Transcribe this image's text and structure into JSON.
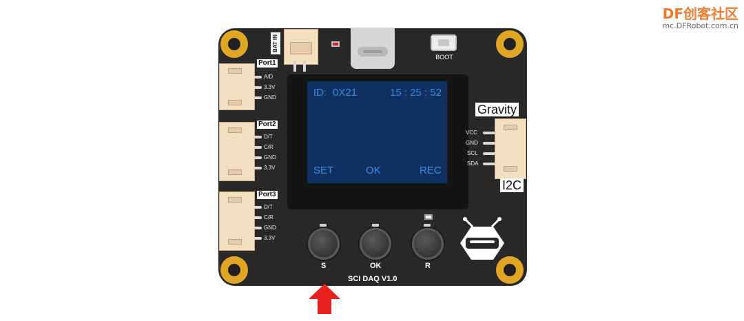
{
  "watermark": {
    "brand_df": "DF",
    "brand_cn": "创客社区",
    "url": "mc.DFRobot.com.cn"
  },
  "board": {
    "model": "SCI DAQ V1.0",
    "bat_in": "BAT IN",
    "boot": "BOOT",
    "gravity": "Gravity",
    "i2c": "I2C",
    "gravity_pins": [
      "VCC",
      "GND",
      "SCL",
      "SDA"
    ],
    "ports": [
      {
        "label": "Port1",
        "pins": [
          "A/D",
          "3.3V",
          "GND"
        ]
      },
      {
        "label": "Port2",
        "pins": [
          "D/T",
          "C/R",
          "GND",
          "3.3V"
        ]
      },
      {
        "label": "Port3",
        "pins": [
          "D/T",
          "C/R",
          "GND",
          "3.3V"
        ]
      }
    ],
    "buttons": [
      "S",
      "OK",
      "R"
    ]
  },
  "screen": {
    "id_label": "ID:",
    "id_value": "0X21",
    "time": "15 : 25 : 52",
    "menu": [
      "SET",
      "OK",
      "REC"
    ]
  },
  "colors": {
    "board": "#2a2727",
    "screen": "#0f3061",
    "screen_text": "#3b8fe0",
    "mount_hole": "#e0a726",
    "connector": "#f4dfc0",
    "arrow": "#e8221f",
    "watermark": "#f07a2c"
  },
  "indicator": {
    "icon": "up-arrow-icon",
    "points_to": "S"
  }
}
